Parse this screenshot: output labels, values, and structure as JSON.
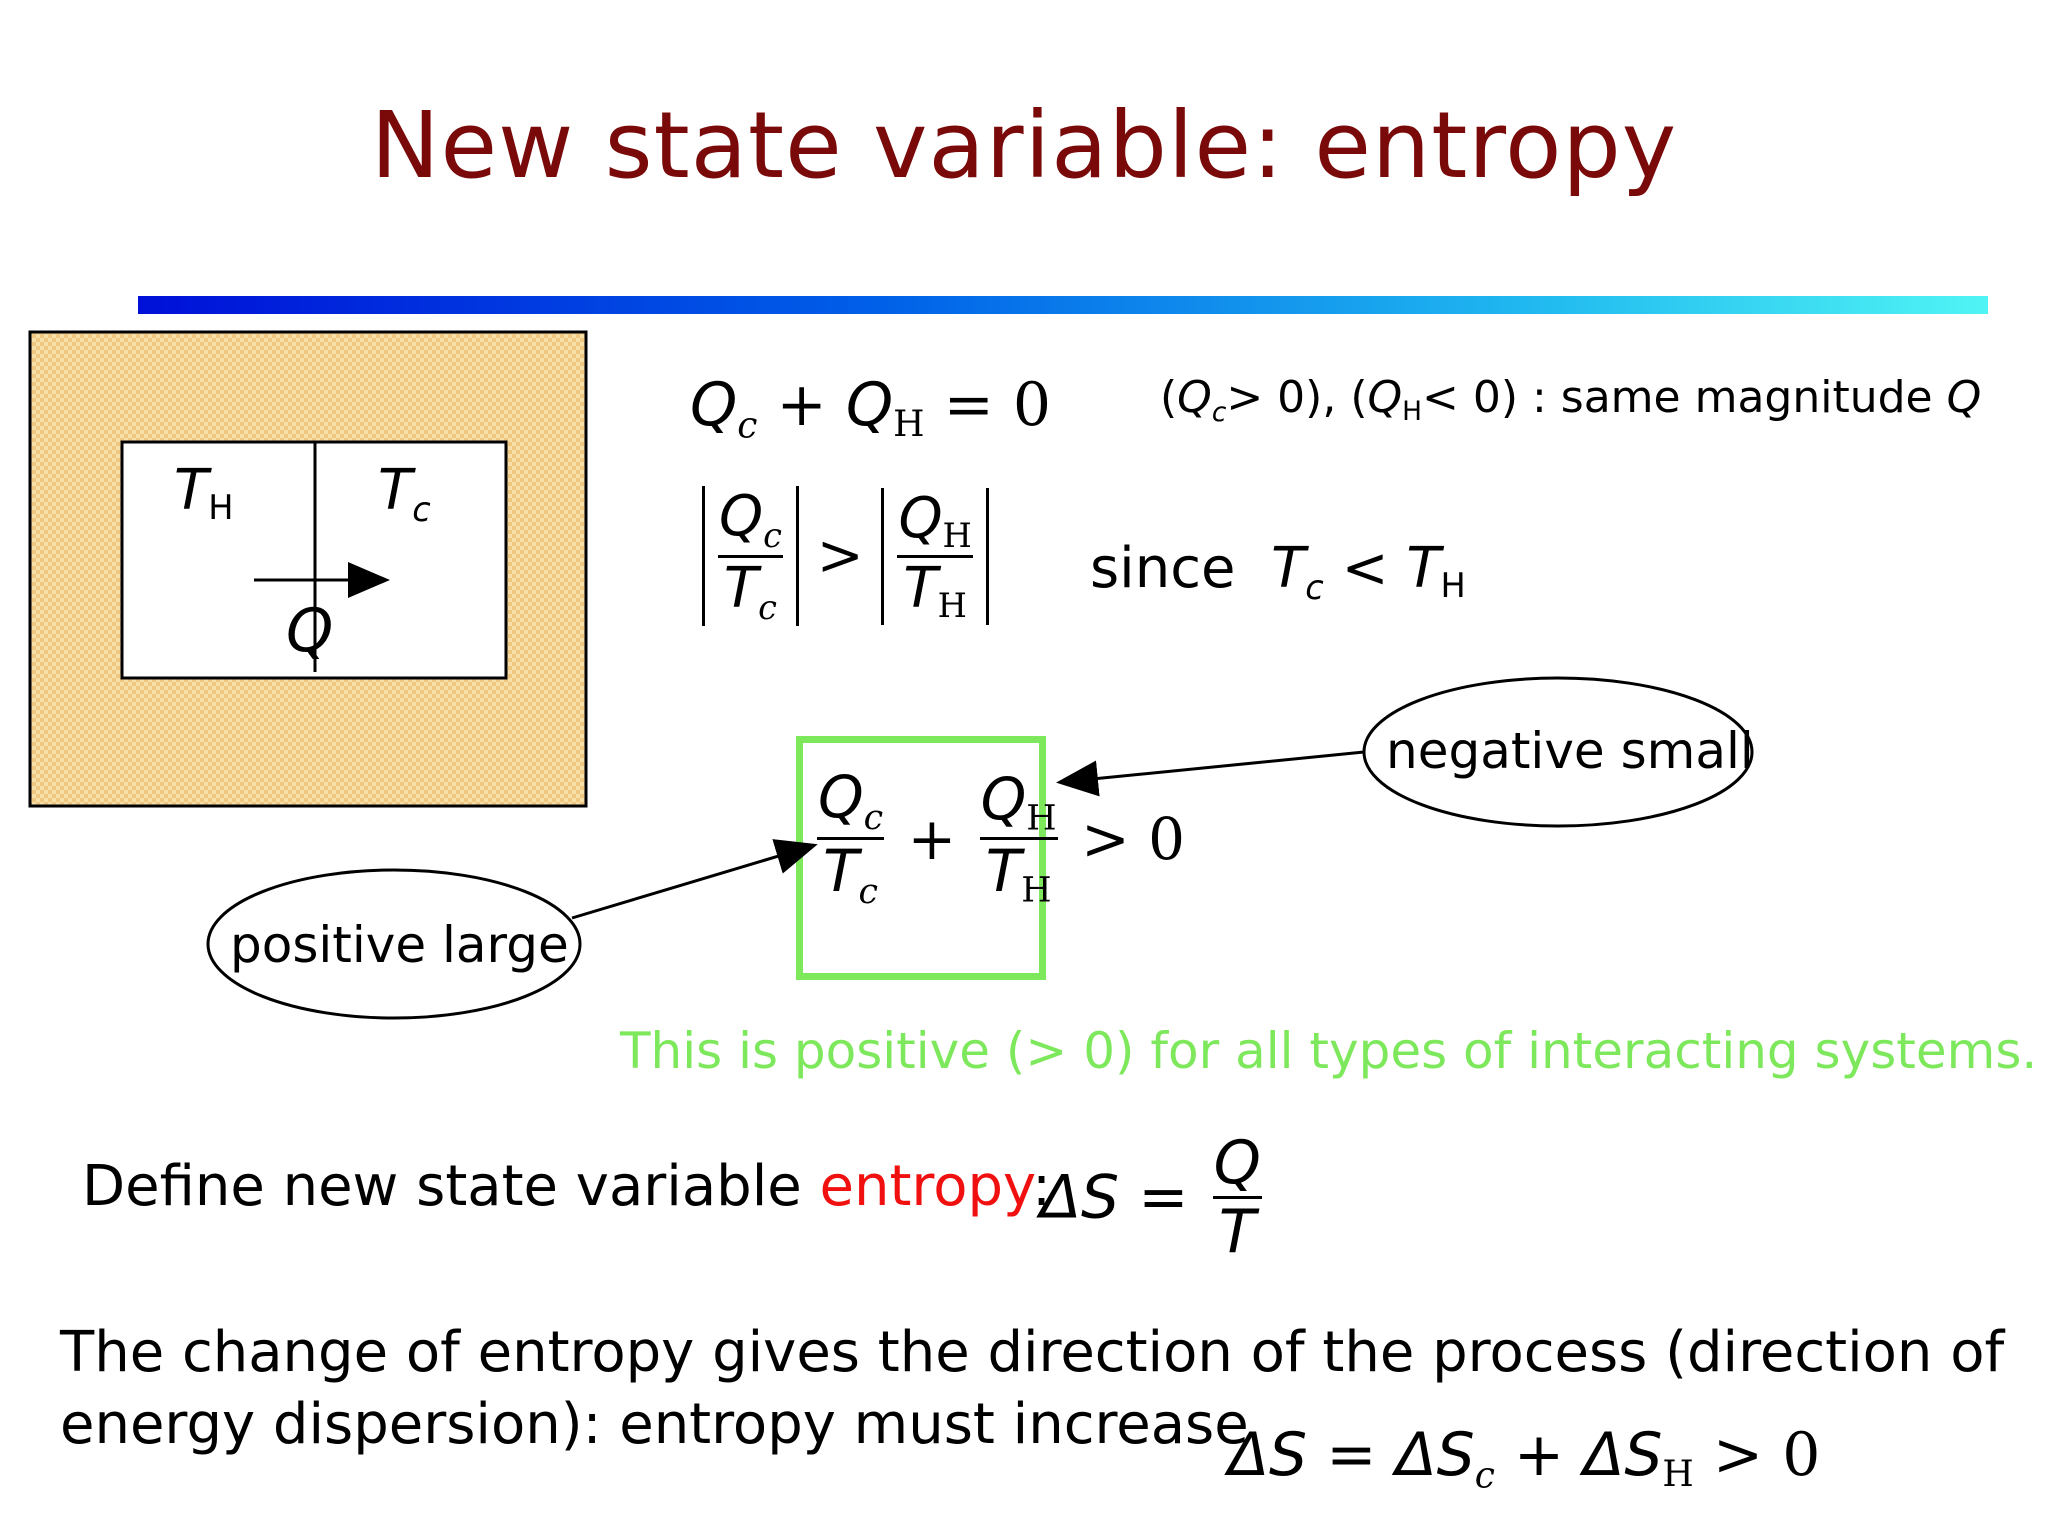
{
  "title": "New state variable: entropy",
  "diagram": {
    "th_label": "T",
    "th_sub": "H",
    "tc_label": "T",
    "tc_sub": "c",
    "q_label": "Q"
  },
  "eq1": {
    "qc": "Q",
    "c": "c",
    "plus": "+",
    "qh": "Q",
    "h": "H",
    "equals": "= 0"
  },
  "eq1_note": {
    "open1": "(",
    "q1": "Q",
    "s1": "c",
    "rest1": "> 0), (",
    "q2": "Q",
    "s2": "H",
    "rest2": "< 0) : same magnitude ",
    "q3": "Q"
  },
  "eq2": {
    "q": "Q",
    "sub_c": "c",
    "t": "T",
    "gt": ">",
    "sub_h": "H"
  },
  "since": {
    "word": "since",
    "t1": "T",
    "s1": "c",
    "lt": "<",
    "t2": "T",
    "s2": "H"
  },
  "eq3": {
    "q": "Q",
    "t": "T",
    "sub_c": "c",
    "sub_h": "H",
    "plus": "+",
    "gt_zero": "> 0"
  },
  "label_negative": "negative small",
  "label_positive": "positive large",
  "green_note": "This is positive (> 0) for all types of interacting systems.",
  "define": {
    "prefix": "Define new state variable ",
    "word": "entropy",
    "suffix": ":",
    "lhs": "ΔS =",
    "num": "Q",
    "den": "T"
  },
  "change_text_line1": "The change of entropy gives the direction of the process (direction of",
  "change_text_line2": "energy dispersion): entropy must increase",
  "final_eq": {
    "ds": "ΔS = ΔS",
    "c": "c",
    "plus": " + ΔS",
    "h": "H",
    "gt": " > 0"
  },
  "colors": {
    "title": "#7a0a0a",
    "green_box": "#7ee85c",
    "entropy_word": "#f01010",
    "reservoir_fill": "#f5d79a"
  }
}
